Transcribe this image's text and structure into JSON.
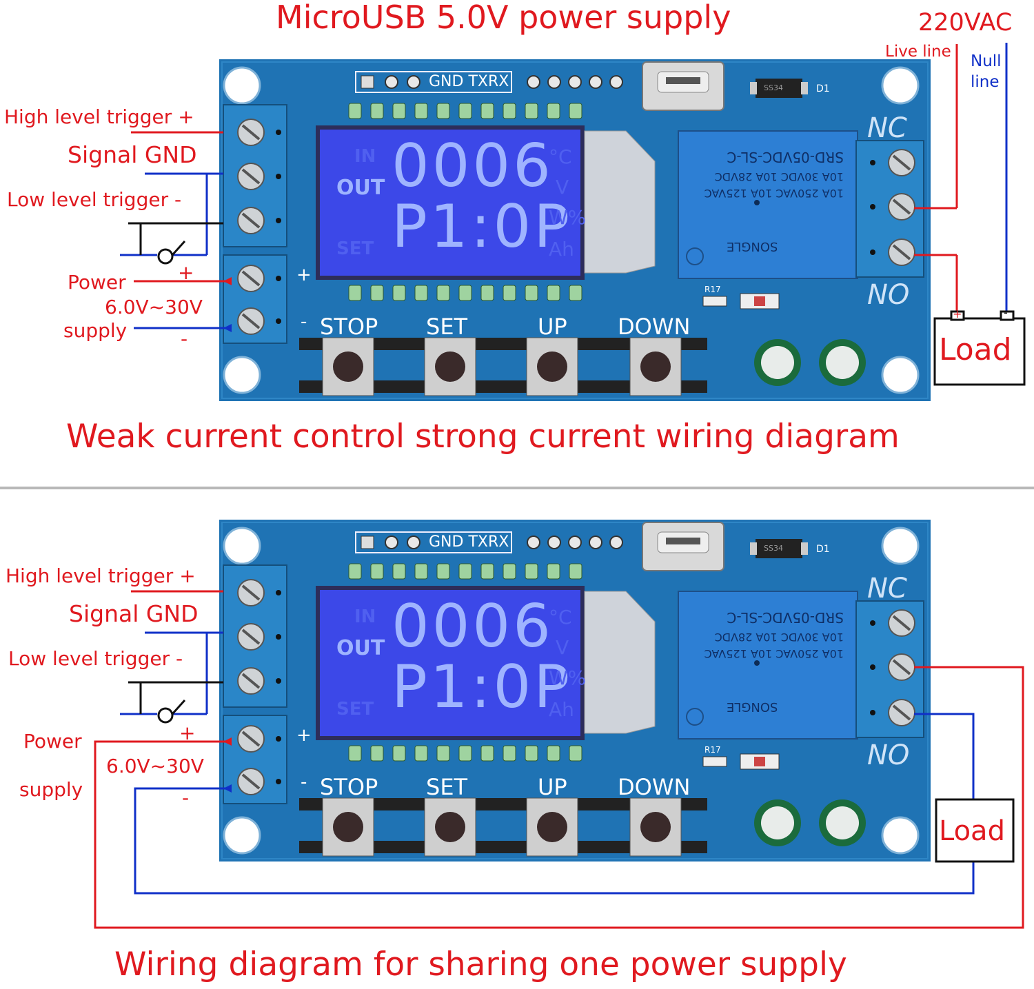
{
  "colors": {
    "red_wire": "#e0191f",
    "blue_wire": "#1030c8",
    "pcb": "#1f73b4",
    "terminal": "#2a86c8",
    "lcd": "#3c48e8",
    "lcd_segment": "#9fb4ff"
  },
  "top": {
    "title": "MicroUSB 5.0V power supply",
    "ac_title": "220VAC",
    "live_line": "Live line",
    "null_line_1": "Null",
    "null_line_2": "line",
    "high_trigger": "High level  trigger +",
    "signal_gnd": "Signal GND",
    "low_trigger": "Low level  trigger -",
    "power": "Power",
    "plus": "+",
    "voltage": "6.0V~30V",
    "supply": "supply",
    "minus": "-",
    "load": "Load",
    "load_plus": "+",
    "load_minus": "-",
    "caption": "Weak current control strong current wiring diagram"
  },
  "bottom": {
    "high_trigger": "High level  trigger +",
    "signal_gnd": "Signal GND",
    "low_trigger": "Low level  trigger -",
    "power": "Power",
    "plus": "+",
    "voltage": "6.0V~30V",
    "supply": "supply",
    "minus": "-",
    "load": "Load",
    "caption": "Wiring diagram for sharing one power supply"
  },
  "board": {
    "header_label": "GND TXRX",
    "lcd_line1": "0006",
    "lcd_line2": "P1:0P",
    "lcd_out": "OUT",
    "lcd_in": "IN",
    "lcd_set": "SET",
    "lcd_unit_c": "°C",
    "lcd_unit_v": "V",
    "lcd_unit_w": "W%",
    "lcd_unit_ah": "Ah",
    "buttons": [
      "STOP",
      "SET",
      "UP",
      "DOWN"
    ],
    "nc": "NC",
    "no": "NO",
    "d1": "D1",
    "ss34": "SS34",
    "r17": "R17",
    "relay_line1": "SRD-05VDC-SL-C",
    "relay_line2": "10A 30VDC  10A 28VDC",
    "relay_line3": "10A 250VAC 10A 125VAC",
    "relay_brand": "SONGLE",
    "terminal_plus": "+",
    "terminal_minus": "-"
  }
}
